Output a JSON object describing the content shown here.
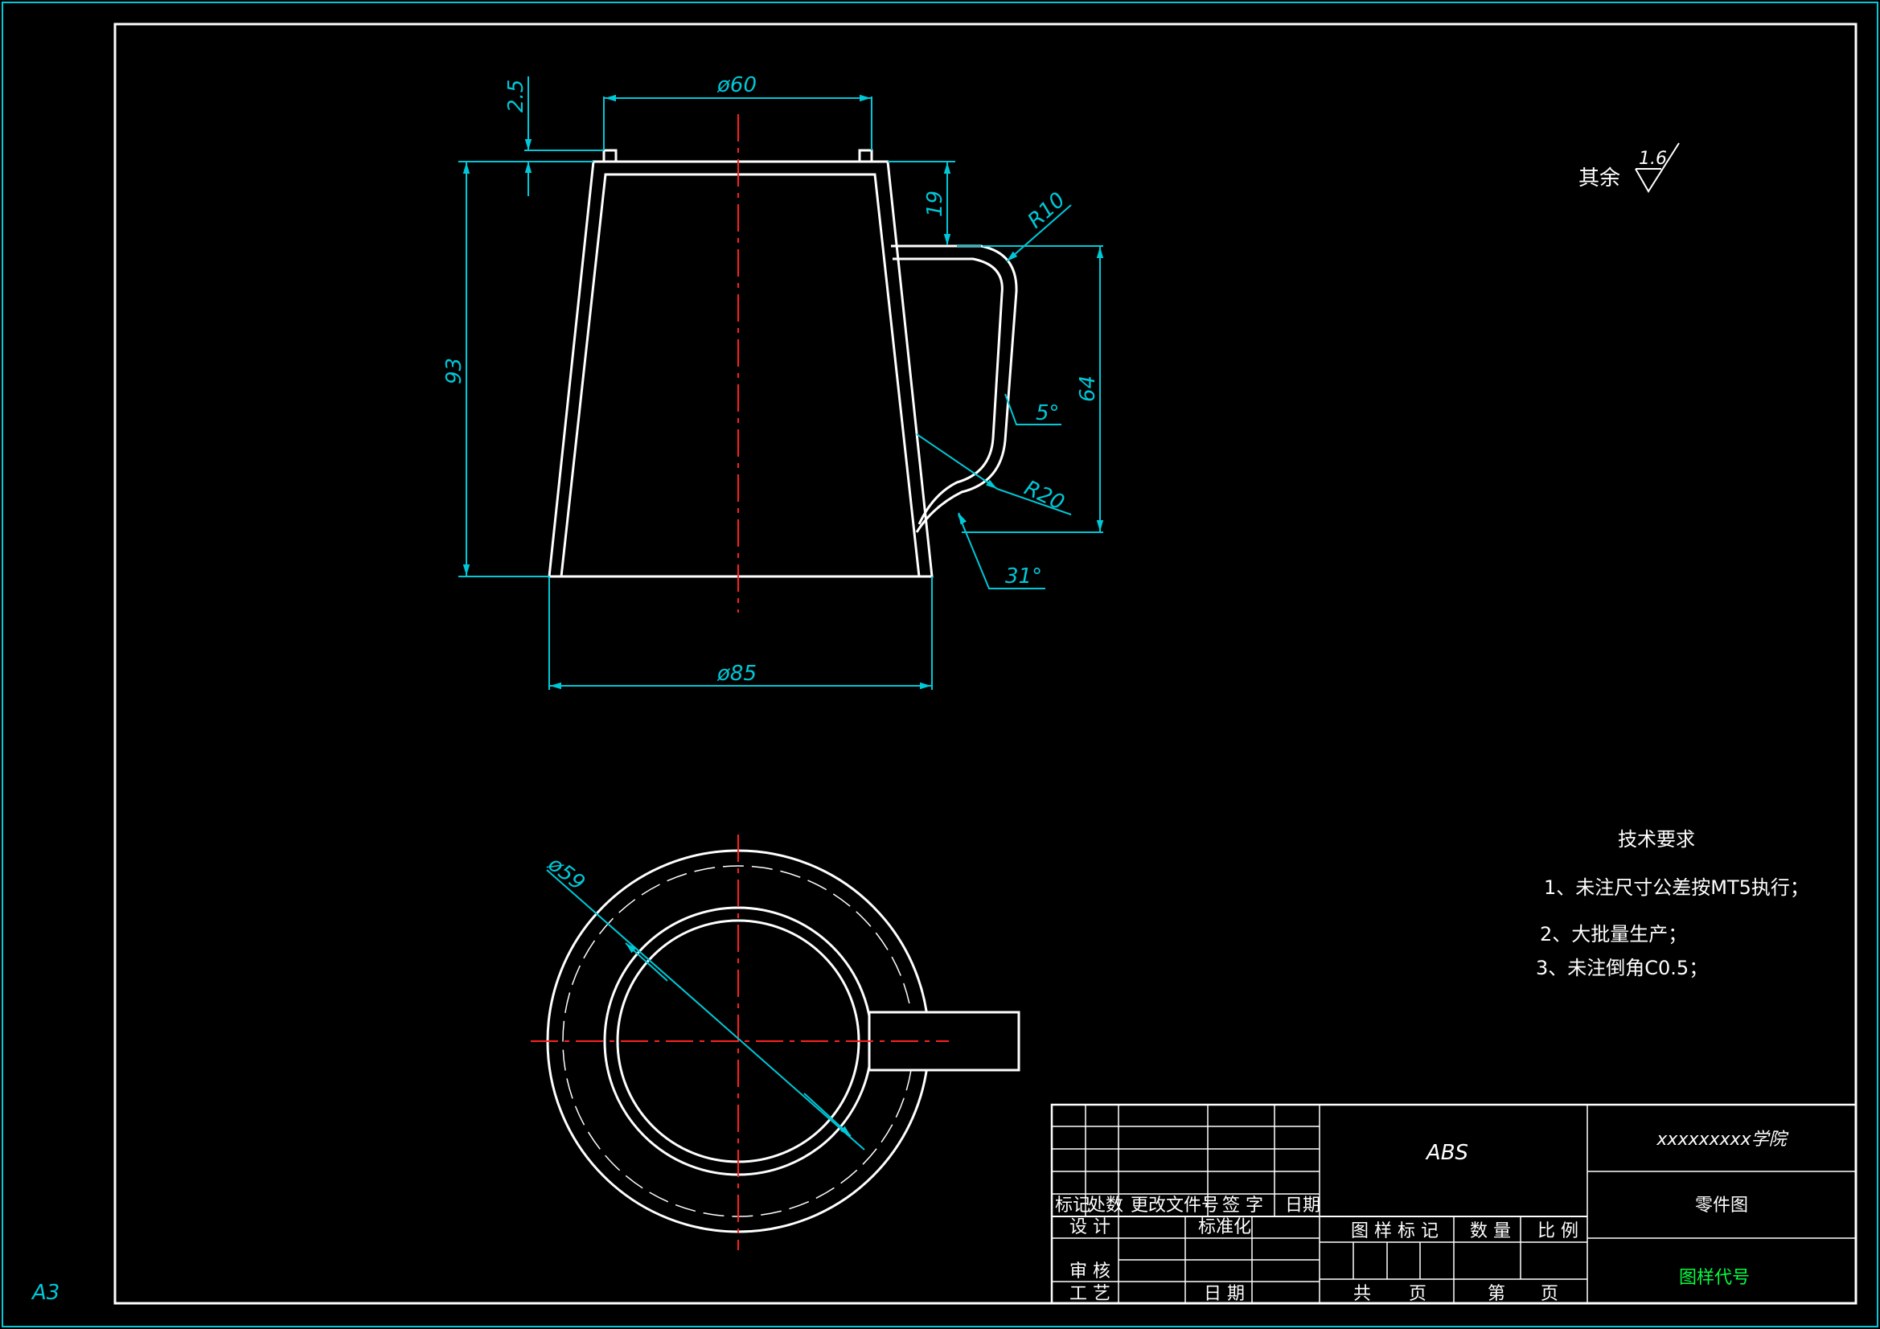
{
  "colors": {
    "background": "#000000",
    "frame": "#00c8d8",
    "geometry": "#ffffff",
    "dimension": "#00c8d8",
    "centerline": "#ff2020",
    "code_text": "#00ff40"
  },
  "sheet_size": "A3",
  "front_view": {
    "dims": {
      "top_dia": "ø60",
      "lip": "2.5",
      "height": "93",
      "rim_offset": "19",
      "r_top": "R10",
      "handle_height": "64",
      "draft": "5°",
      "r_bottom": "R20",
      "angle": "31°",
      "base_dia": "ø85"
    }
  },
  "top_view": {
    "dia": "ø59"
  },
  "surface_finish": {
    "prefix": "其余",
    "value": "1.6"
  },
  "tech_req": {
    "title": "技术要求",
    "items": [
      "1、未注尺寸公差按MT5执行；",
      "2、大批量生产；",
      "3、未注倒角C0.5；"
    ]
  },
  "title_block": {
    "material": "ABS",
    "school": "xxxxxxxxx学院",
    "drawing_name": "零件图",
    "drawing_code": "图样代号",
    "header": {
      "mark": "标记",
      "count": "处数",
      "doc": "更改文件号",
      "sign": "签 字",
      "date": "日期"
    },
    "design": "设 计",
    "standard": "标准化",
    "review": "审 核",
    "process": "工 艺",
    "date2": "日 期",
    "pattern_mark": "图 样 标 记",
    "quantity": "数 量",
    "scale": "比 例",
    "total": "共",
    "page": "页",
    "nth": "第",
    "page2": "页"
  }
}
